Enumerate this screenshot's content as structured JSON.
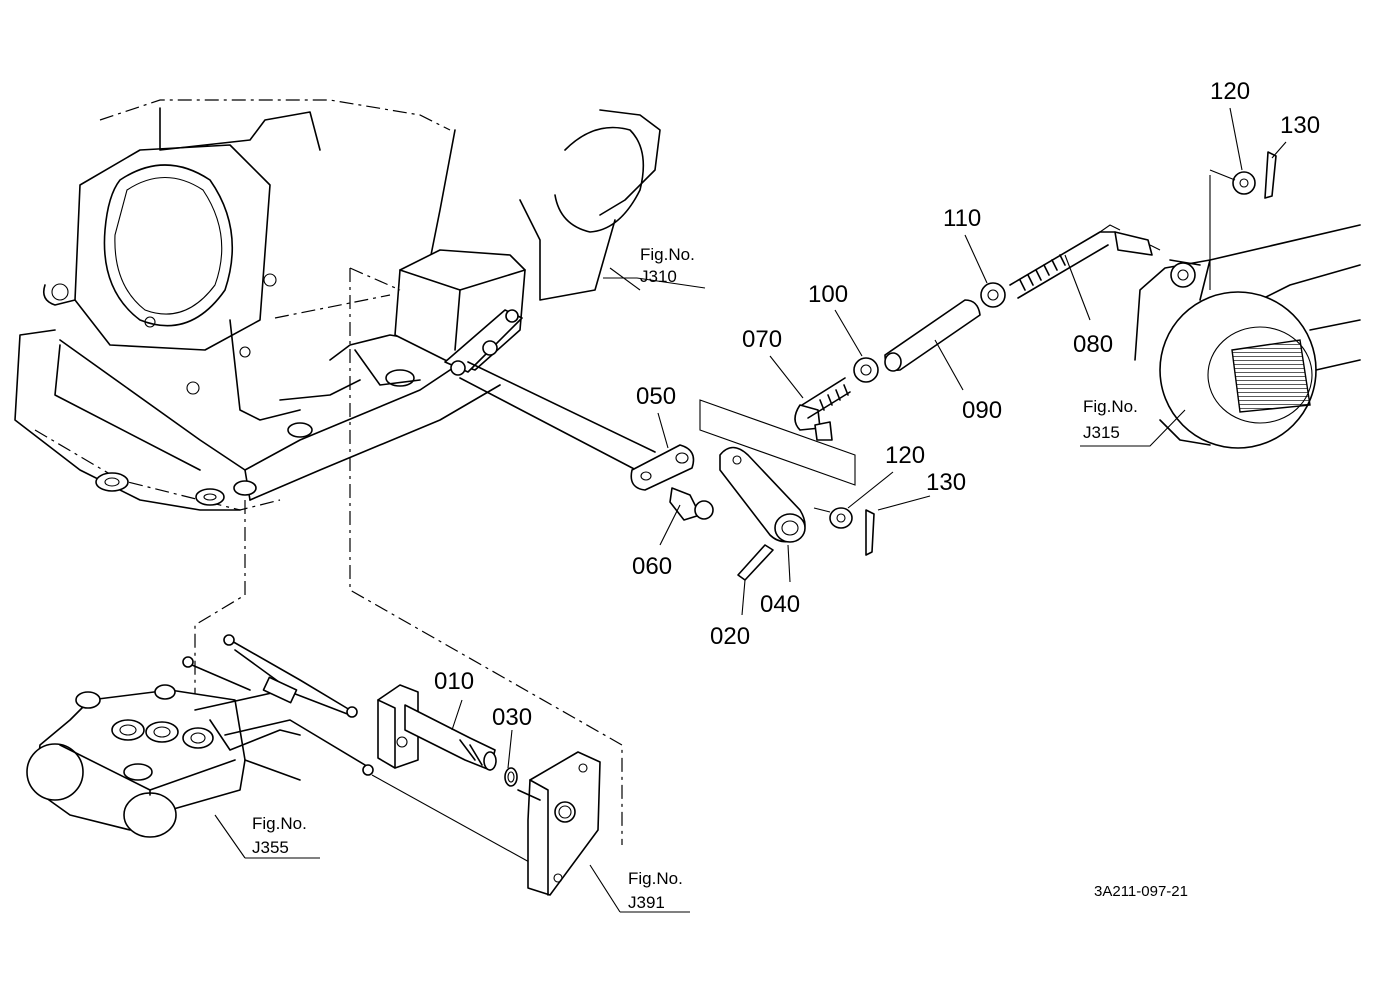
{
  "parts": {
    "p010": "010",
    "p020": "020",
    "p030": "030",
    "p040": "040",
    "p050": "050",
    "p060": "060",
    "p070": "070",
    "p080": "080",
    "p090": "090",
    "p100": "100",
    "p110": "110",
    "p120a": "120",
    "p130a": "130",
    "p120b": "120",
    "p130b": "130"
  },
  "figures": {
    "j310": {
      "label": "Fig.No.",
      "code": "J310"
    },
    "j315": {
      "label": "Fig.No.",
      "code": "J315"
    },
    "j355": {
      "label": "Fig.No.",
      "code": "J355"
    },
    "j391": {
      "label": "Fig.No.",
      "code": "J391"
    }
  },
  "drawing_code": "3A211-097-21"
}
